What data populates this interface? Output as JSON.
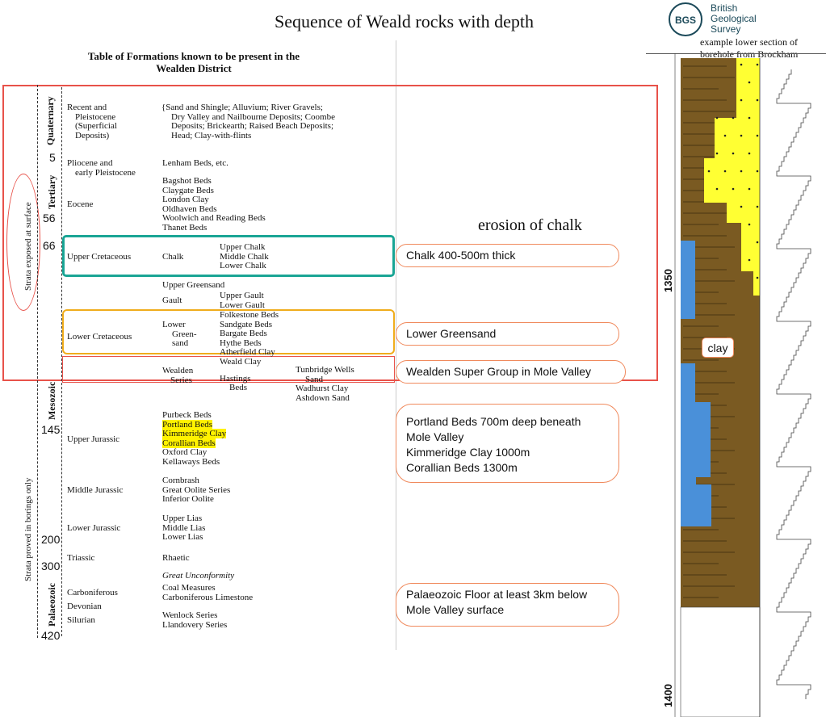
{
  "title": "Sequence of Weald rocks with depth",
  "table_title": [
    "Table of Formations known to be present in the",
    "Wealden District"
  ],
  "logo": {
    "abbr": "BGS",
    "name": [
      "British",
      "Geological",
      "Survey"
    ]
  },
  "borehole_caption": [
    "example lower section of",
    "borehole from Brockham"
  ],
  "erosion_label": "erosion of chalk",
  "side_labels": {
    "exposed": "Strata exposed at surface",
    "borings": "Strata proved in borings only"
  },
  "eras": {
    "quaternary": "Quaternary",
    "tertiary": "Tertiary",
    "mesozoic": "Mesozoic",
    "palaeozoic": "Palaeozoic"
  },
  "ages": [
    "5",
    "56",
    "66",
    "145",
    "200",
    "300",
    "420"
  ],
  "rows": [
    {
      "period": [
        "Recent and",
        "Pleistocene",
        "(Superficial",
        "Deposits)"
      ],
      "beds": [
        "Sand and Shingle; Alluvium; River Gravels;",
        "Dry Valley and Nailbourne Deposits; Coombe",
        "Deposits; Brickearth; Raised Beach Deposits;",
        "Head; Clay-with-flints"
      ]
    },
    {
      "period": [
        "Pliocene and",
        "early Pleistocene"
      ],
      "beds": [
        "Lenham Beds, etc."
      ]
    },
    {
      "period": [
        "Eocene"
      ],
      "beds": [
        "Bagshot Beds",
        "Claygate Beds",
        "London Clay",
        "Oldhaven Beds",
        "Woolwich and Reading Beds",
        "Thanet Beds"
      ]
    },
    {
      "period": [
        "Upper Cretaceous"
      ],
      "group": "Chalk",
      "beds": [
        "Upper Chalk",
        "Middle Chalk",
        "Lower Chalk"
      ]
    },
    {
      "period": [
        "Lower Cretaceous"
      ],
      "groups": [
        "Upper Greensand",
        "Gault",
        "Lower",
        "Green-",
        "sand",
        "Wealden",
        "Series"
      ],
      "gault": [
        "Upper Gault",
        "Lower Gault"
      ],
      "lgs": [
        "Folkestone Beds",
        "Sandgate Beds",
        "Bargate Beds",
        "Hythe Beds",
        "Atherfield Clay"
      ],
      "wealden": [
        "Weald Clay",
        "Hastings",
        "Beds"
      ],
      "hastings": [
        "Tunbridge Wells",
        "Sand",
        "Wadhurst Clay",
        "Ashdown Sand"
      ]
    },
    {
      "period": [
        "Upper Jurassic"
      ],
      "beds": [
        "Purbeck Beds",
        "Portland Beds",
        "Kimmeridge Clay",
        "Corallian Beds",
        "Oxford Clay",
        "Kellaways Beds"
      ]
    },
    {
      "period": [
        "Middle Jurassic"
      ],
      "beds": [
        "Cornbrash",
        "Great Oolite Series",
        "Inferior Oolite"
      ]
    },
    {
      "period": [
        "Lower Jurassic"
      ],
      "beds": [
        "Upper Lias",
        "Middle Lias",
        "Lower Lias"
      ]
    },
    {
      "period": [
        "Triassic"
      ],
      "beds": [
        "Rhaetic"
      ]
    },
    {
      "period": [],
      "beds": [
        "Great Unconformity"
      ]
    },
    {
      "period": [
        "Carboniferous"
      ],
      "beds": [
        "Coal Measures",
        "Carboniferous Limestone"
      ]
    },
    {
      "period": [
        "Devonian"
      ],
      "beds": []
    },
    {
      "period": [
        "Silurian"
      ],
      "beds": [
        "Wenlock Series",
        "Llandovery Series"
      ]
    }
  ],
  "notes": [
    "Chalk 400-500m thick",
    "Lower Greensand",
    "Wealden Super Group in Mole Valley",
    "Portland Beds 700m deep beneath",
    "Mole Valley",
    "Kimmeridge Clay 1000m",
    "Corallian Beds 1300m",
    "Palaeozoic Floor at least 3km below",
    "Mole Valley surface"
  ],
  "clay_label": "clay",
  "depths": [
    "1350",
    "1400"
  ],
  "colors": {
    "clay": "#7a5a22",
    "sand": "#ffff33",
    "limestone": "#4a90d9",
    "red": "#e8524a",
    "teal": "#1aa595",
    "orange": "#f0ad1c"
  }
}
